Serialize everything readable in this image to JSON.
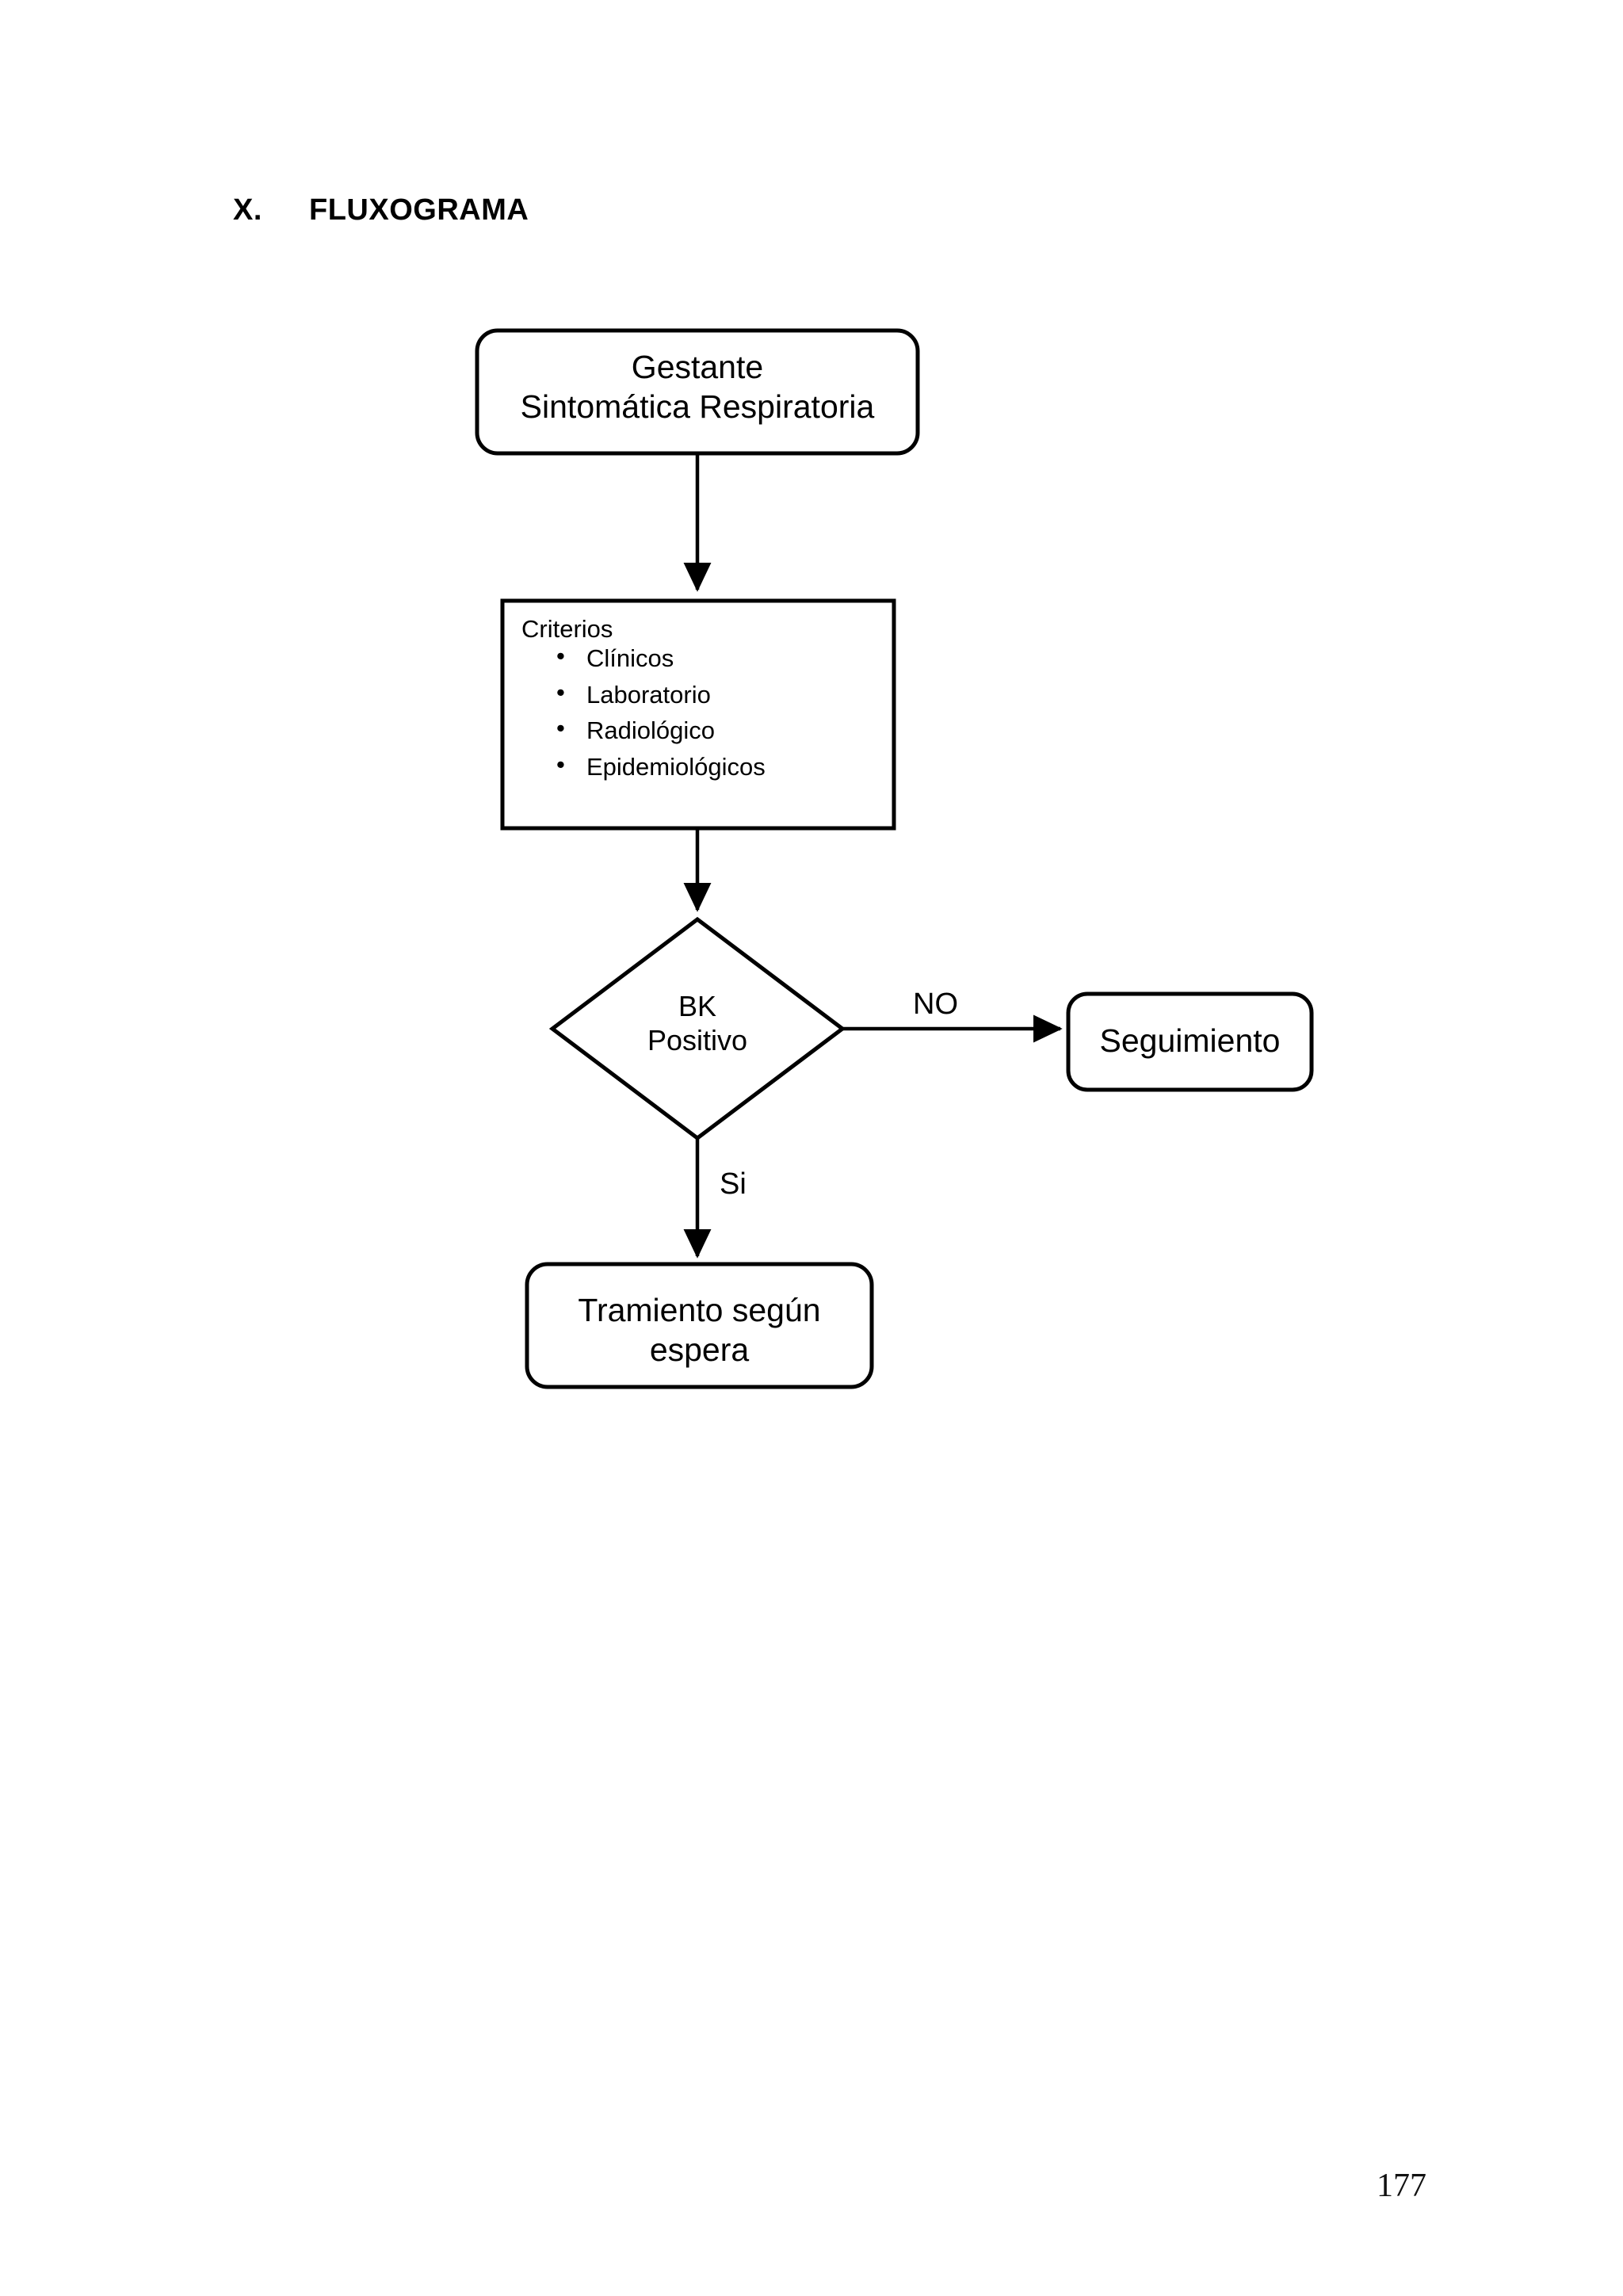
{
  "document": {
    "page_number": "177",
    "heading": {
      "number": "X.",
      "title": "FLUXOGRAMA"
    }
  },
  "flowchart": {
    "title": "FLUXOGRAMA",
    "nodes": {
      "start": {
        "shape": "rounded-rectangle",
        "line1": "Gestante",
        "line2": "Sintomática Respiratoria"
      },
      "criteria": {
        "shape": "rectangle",
        "title": "Criterios",
        "items": [
          "Clínicos",
          "Laboratorio",
          "Radiológico",
          "Epidemiológicos"
        ]
      },
      "decision": {
        "shape": "diamond",
        "line1": "BK",
        "line2": "Positivo"
      },
      "followup": {
        "shape": "rounded-rectangle",
        "label": "Seguimiento"
      },
      "treatment": {
        "shape": "rounded-rectangle",
        "line1": "Tramiento según",
        "line2": "espera"
      }
    },
    "edges": {
      "start_to_criteria": {
        "label": ""
      },
      "criteria_to_decision": {
        "label": ""
      },
      "decision_to_followup": {
        "label": "NO"
      },
      "decision_to_treatment": {
        "label": "Si"
      }
    },
    "colors": {
      "stroke": "#000000",
      "fill": "#ffffff",
      "text": "#000000",
      "page_background": "#ffffff"
    }
  }
}
